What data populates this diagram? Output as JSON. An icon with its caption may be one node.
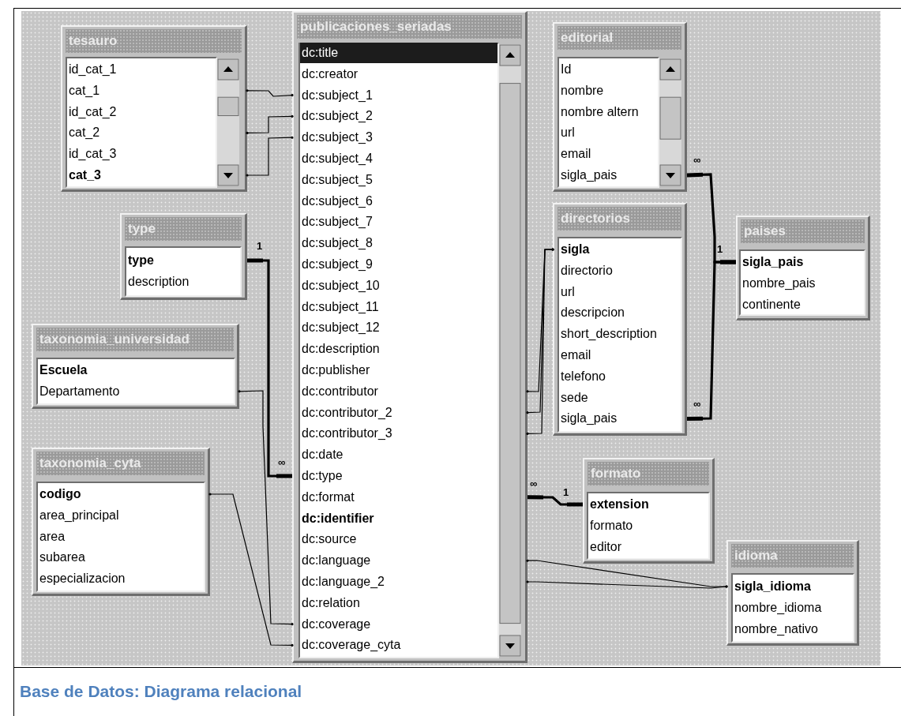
{
  "diagram": {
    "caption": "Base de Datos: Diagrama relacional",
    "nodes": [
      {
        "text": [
          "tesauro",
          "id_cat_1",
          "cat_1",
          "id_cat_2",
          "cat_2",
          "id_cat_3",
          "cat_3"
        ]
      },
      {
        "text": [
          "publicaciones_seriadas",
          "dc:title",
          "dc:creator",
          "dc:subject_1",
          "dc:subject_2",
          "dc:subject_3",
          "dc:subject_4",
          "dc:subject_5",
          "dc:subject_6",
          "dc:subject_7",
          "dc:subject_8",
          "dc:subject_9",
          "dc:subject_10",
          "dc:subject_11",
          "dc:subject_12",
          "dc:description",
          "dc:publisher",
          "dc:contributor",
          "dc:contributor_2",
          "dc:contributor_3",
          "dc:date",
          "dc:type",
          "dc:format",
          "dc:identifier",
          "dc:source",
          "dc:language",
          "dc:language_2",
          "dc:relation",
          "dc:coverage",
          "dc:coverage_cyta"
        ]
      },
      {
        "text": [
          "editorial",
          "Id",
          "nombre",
          "nombre altern",
          "url",
          "email",
          "sigla_pais"
        ]
      },
      {
        "text": [
          "type",
          "type",
          "description"
        ]
      },
      {
        "text": [
          "directorios",
          "sigla",
          "directorio",
          "url",
          "descripcion",
          "short_description",
          "email",
          "telefono",
          "sede",
          "sigla_pais"
        ]
      },
      {
        "text": [
          "paises",
          "sigla_pais",
          "nombre_pais",
          "continente"
        ]
      },
      {
        "text": [
          "taxonomia_universidad",
          "Escuela",
          "Departamento"
        ]
      },
      {
        "text": [
          "taxonomia_cyta",
          "codigo",
          "area_principal",
          "area",
          "subarea",
          "especializacion"
        ]
      },
      {
        "text": [
          "formato",
          "extension",
          "formato",
          "editor"
        ]
      },
      {
        "text": [
          "idioma",
          "sigla_idioma",
          "nombre_idioma",
          "nombre_nativo"
        ]
      }
    ],
    "edges": [
      {
        "from": 0,
        "to": 1,
        "arrow": "other"
      },
      {
        "from": 0,
        "to": 1,
        "arrow": "other"
      },
      {
        "from": 0,
        "to": 1,
        "arrow": "other"
      },
      {
        "from": 3,
        "to": 1,
        "arrow": "other",
        "style": "thick"
      },
      {
        "from": 6,
        "to": 1,
        "arrow": "other"
      },
      {
        "from": 7,
        "to": 1,
        "arrow": "other"
      },
      {
        "from": 4,
        "to": 1,
        "arrow": "other"
      },
      {
        "from": 4,
        "to": 1,
        "arrow": "other"
      },
      {
        "from": 4,
        "to": 1,
        "arrow": "other"
      },
      {
        "from": 2,
        "to": 5,
        "arrow": "other",
        "style": "thick"
      },
      {
        "from": 4,
        "to": 5,
        "arrow": "other",
        "style": "thick"
      },
      {
        "from": 1,
        "to": 8,
        "arrow": "other",
        "style": "thick"
      },
      {
        "from": 1,
        "to": 9,
        "arrow": "other"
      },
      {
        "from": 1,
        "to": 9,
        "arrow": "other"
      }
    ],
    "labels": [
      "1",
      "∞",
      "∞",
      "1",
      "∞",
      "∞",
      "1"
    ]
  }
}
